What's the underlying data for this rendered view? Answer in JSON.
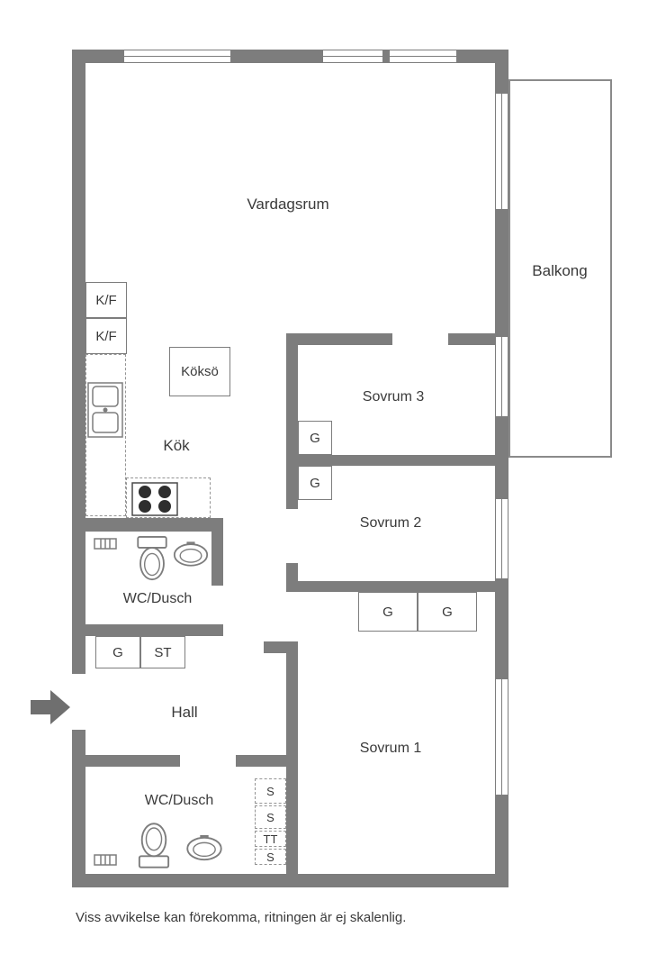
{
  "plan": {
    "labels": {
      "vardagsrum": "Vardagsrum",
      "balkong": "Balkong",
      "kok": "Kök",
      "koksoe": "Köksö",
      "sovrum3": "Sovrum 3",
      "sovrum2": "Sovrum 2",
      "sovrum1": "Sovrum 1",
      "wc_dusch_1": "WC/Dusch",
      "wc_dusch_2": "WC/Dusch",
      "hall": "Hall",
      "kf_1": "K/F",
      "kf_2": "K/F",
      "g_sov3": "G",
      "g_sov2": "G",
      "g_sov1_left": "G",
      "g_sov1_right": "G",
      "g_hall": "G",
      "st_hall": "ST",
      "s_1": "S",
      "s_2": "S",
      "tt": "TT",
      "s_3": "S"
    },
    "disclaimer": "Viss avvikelse kan förekomma, ritningen är ej skalenlig.",
    "colors": {
      "wall": "#7d7d7d",
      "text": "#3a3a3a",
      "background": "#ffffff"
    }
  }
}
